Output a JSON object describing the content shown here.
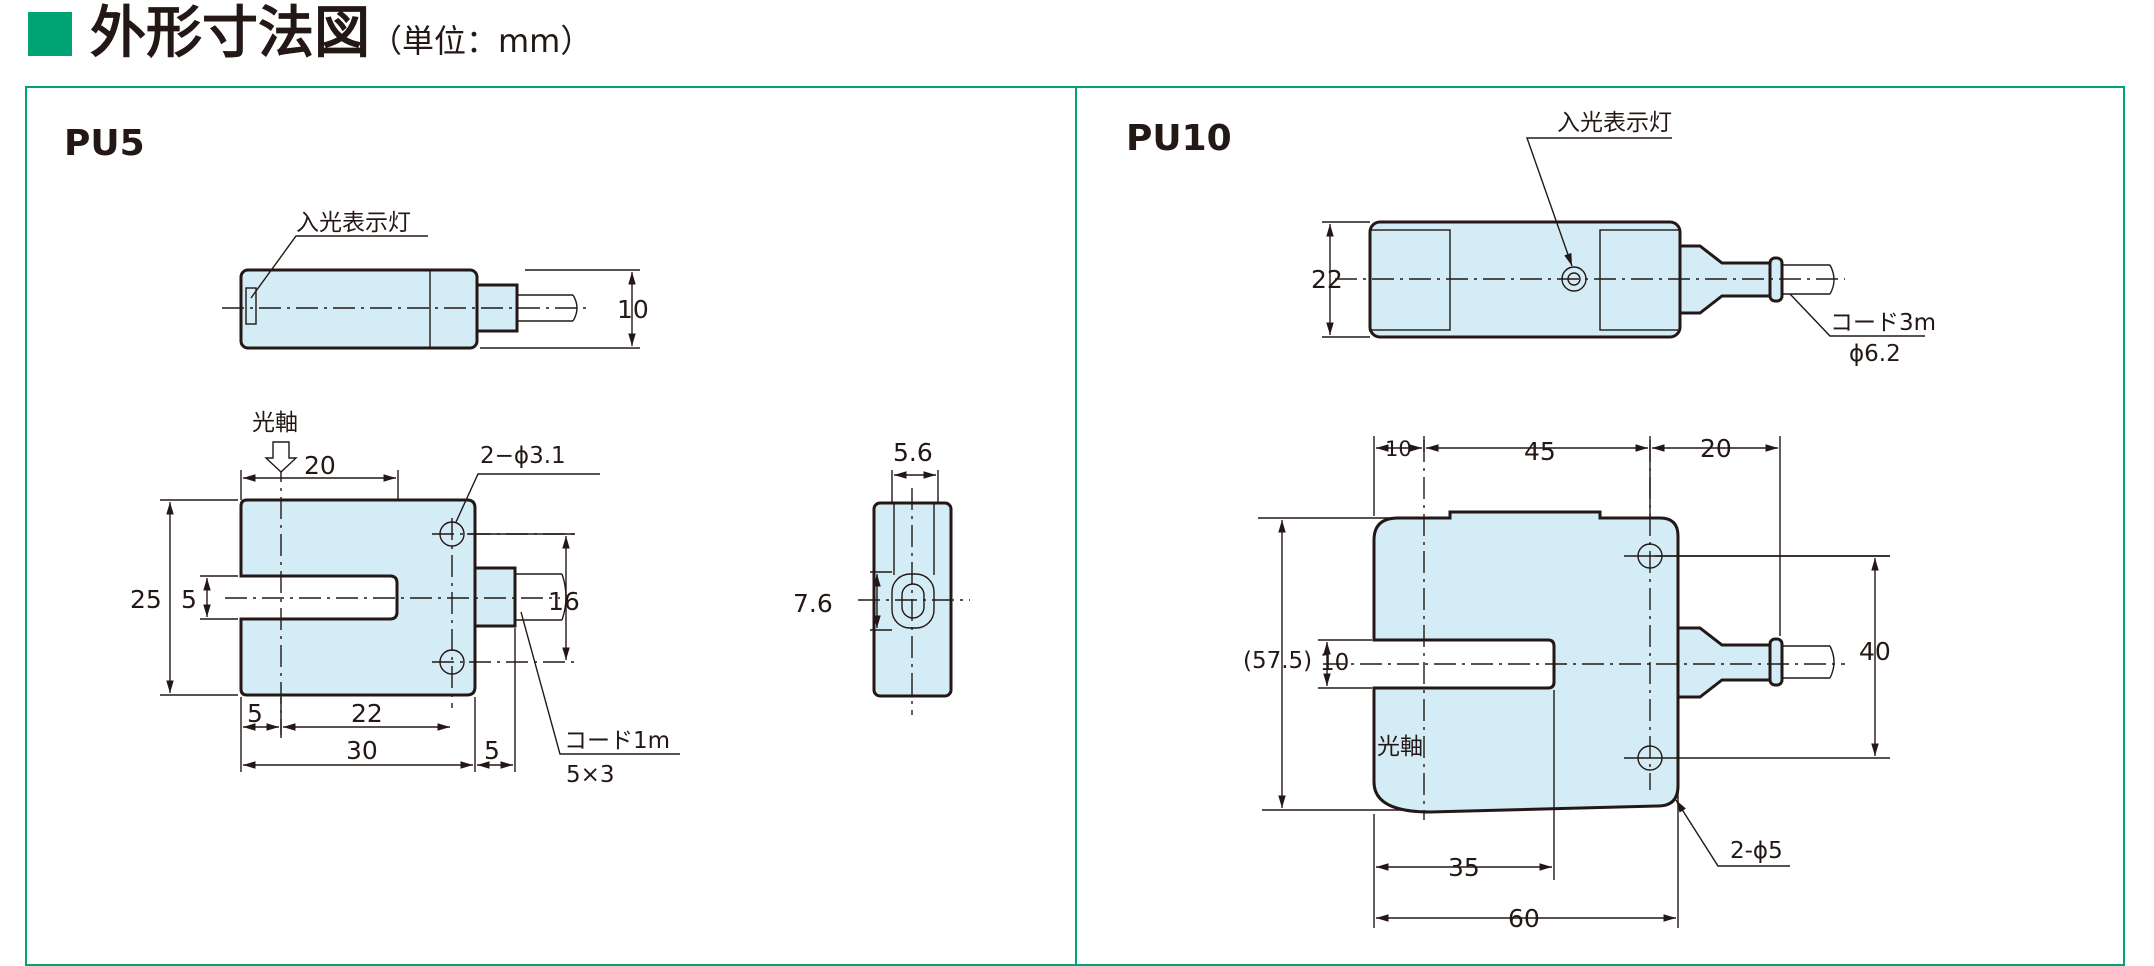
{
  "header": {
    "title": "外形寸法図",
    "unit": "（単位：mm）"
  },
  "colors": {
    "accent": "#00a474",
    "body_fill": "#d4ecf5",
    "ink": "#231815"
  },
  "pu5": {
    "model": "PU5",
    "indicator_label": "入光表示灯",
    "optical_axis": "光軸",
    "hole_spec": "2−ϕ3.1",
    "cord_spec": "コード1m",
    "cord_size": "5×3",
    "dims": {
      "top_height": "10",
      "depth_offset": "20",
      "height_total": "25",
      "slot": "5",
      "hole_pitch": "16",
      "bottom_left": "5",
      "bottom_mid": "22",
      "width": "30",
      "cord_len": "5",
      "side_width": "5.6",
      "side_slot": "7.6"
    }
  },
  "pu10": {
    "model": "PU10",
    "indicator_label": "入光表示灯",
    "cord_spec": "コード3m",
    "cord_dia": "ϕ6.2",
    "optical_axis": "光軸",
    "hole_spec": "2-ϕ5",
    "dims": {
      "top_height": "22",
      "top_left": "10",
      "top_mid": "45",
      "top_right": "20",
      "height_total": "(57.5)",
      "slot": "10",
      "hole_pitch": "40",
      "slot_depth": "35",
      "width": "60"
    }
  }
}
